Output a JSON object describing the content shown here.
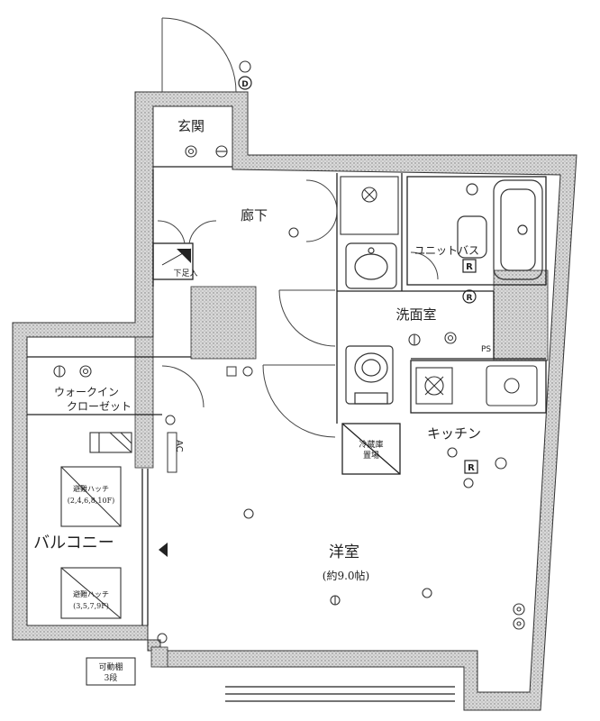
{
  "rooms": {
    "entrance": "玄関",
    "corridor": "廊下",
    "shoe_cabinet": "下足入",
    "washroom": "洗面室",
    "unit_bath": "ユニットバス",
    "walk_in_closet_1": "ウォークイン",
    "walk_in_closet_2": "クローゼット",
    "kitchen": "キッチン",
    "fridge_1": "冷蔵庫",
    "fridge_2": "置場",
    "western_room": "洋室",
    "western_size": "(約9.0帖)",
    "balcony": "バルコニー",
    "shelf_1": "可動棚",
    "shelf_2": "3段",
    "hatch_a_1": "避難ハッチ",
    "hatch_a_2": "(2,4,6,8,10F)",
    "hatch_b_1": "避難ハッチ",
    "hatch_b_2": "(3,5,7,9F)"
  },
  "symbols": {
    "ac": "AC",
    "ps": "PS",
    "door_d": "D",
    "r": "R"
  },
  "icons": {
    "ceiling_light": "ceiling-light-icon",
    "outlet": "outlet-icon",
    "distribution_board": "distribution-board-icon",
    "exhaust_fan": "exhaust-fan-icon"
  }
}
